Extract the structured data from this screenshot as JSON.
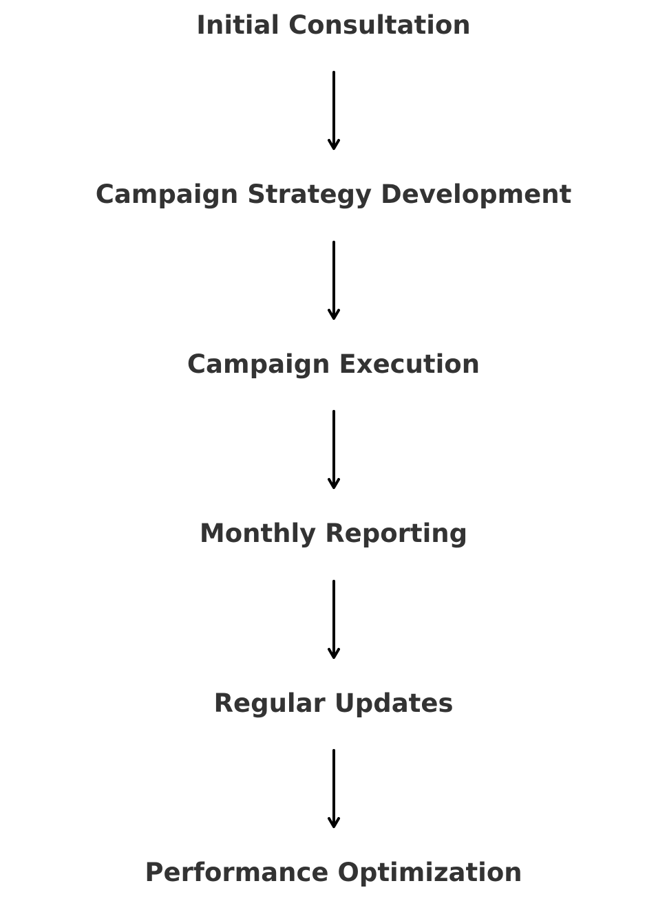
{
  "diagram": {
    "steps": [
      {
        "label": "Initial Consultation"
      },
      {
        "label": "Campaign Strategy Development"
      },
      {
        "label": "Campaign Execution"
      },
      {
        "label": "Monthly Reporting"
      },
      {
        "label": "Regular Updates"
      },
      {
        "label": "Performance Optimization"
      }
    ]
  },
  "colors": {
    "text": "#333333",
    "arrow": "#000000",
    "background": "#ffffff"
  }
}
